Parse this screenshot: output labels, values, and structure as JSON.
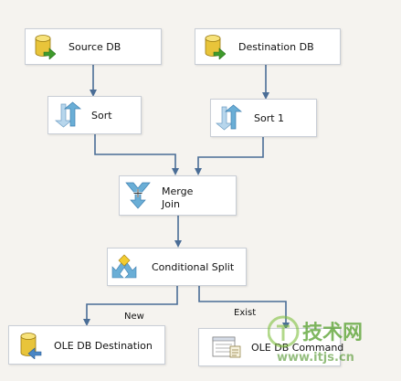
{
  "nodes": {
    "source_db": {
      "label": "Source DB",
      "icon": "database-source-icon"
    },
    "destination_db": {
      "label": "Destination DB",
      "icon": "database-source-icon"
    },
    "sort": {
      "label": "Sort",
      "icon": "sort-icon"
    },
    "sort1": {
      "label": "Sort 1",
      "icon": "sort-icon"
    },
    "merge_join": {
      "label_line1": "Merge",
      "label_line2": "Join",
      "icon": "merge-join-icon"
    },
    "conditional_split": {
      "label": "Conditional Split",
      "icon": "conditional-split-icon"
    },
    "oledb_destination": {
      "label": "OLE DB Destination",
      "icon": "database-destination-icon"
    },
    "oledb_command": {
      "label": "OLE DB Command",
      "icon": "command-icon"
    }
  },
  "paths": {
    "new_label": "New",
    "exist_label": "Exist"
  },
  "watermark": {
    "logo_text": "技术网",
    "url_text": "www.itjs.cn"
  },
  "colors": {
    "background": "#f5f3ef",
    "connector": "#4a6d96",
    "node_border": "#c9ced6",
    "db_yellow": "#e8c43a",
    "arrow_green": "#3f9a2c",
    "sort_blue": "#6aaed6",
    "watermark_green": "#3e8a16"
  }
}
